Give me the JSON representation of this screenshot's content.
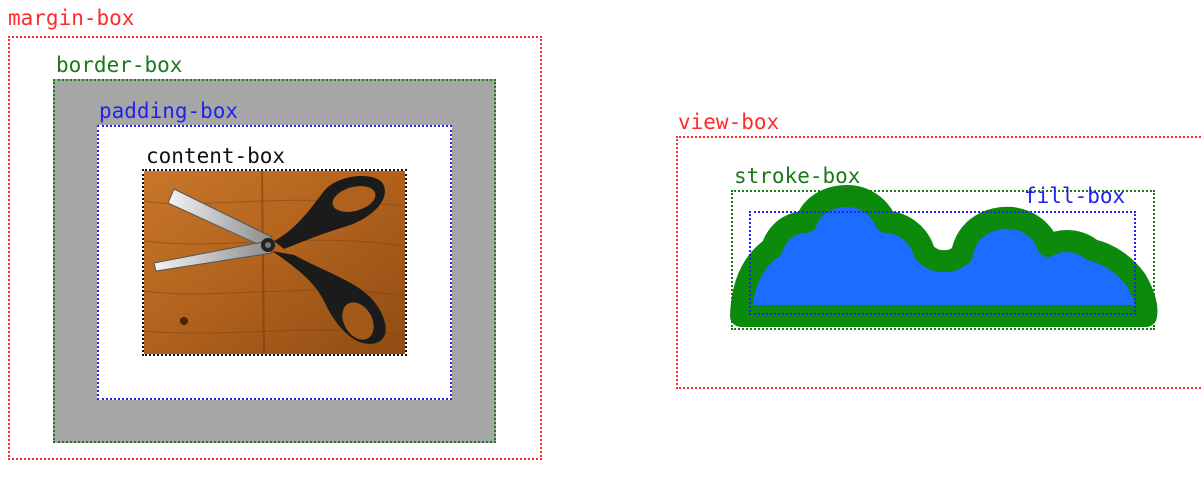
{
  "labels": {
    "margin_box": "margin-box",
    "border_box": "border-box",
    "padding_box": "padding-box",
    "content_box": "content-box",
    "view_box": "view-box",
    "stroke_box": "stroke-box",
    "fill_box": "fill-box"
  },
  "colors": {
    "margin_view_outline": "#ff2b2b",
    "border_stroke_outline": "#1a7a1a",
    "padding_fill_outline": "#2222ee",
    "content_outline": "#111111",
    "border_fill": "#a6a6a6",
    "cloud_stroke": "#0b8a0b",
    "cloud_fill": "#1a6dff",
    "wood": "#b5651d"
  },
  "image": {
    "subject": "scissors-on-wood-icon"
  }
}
